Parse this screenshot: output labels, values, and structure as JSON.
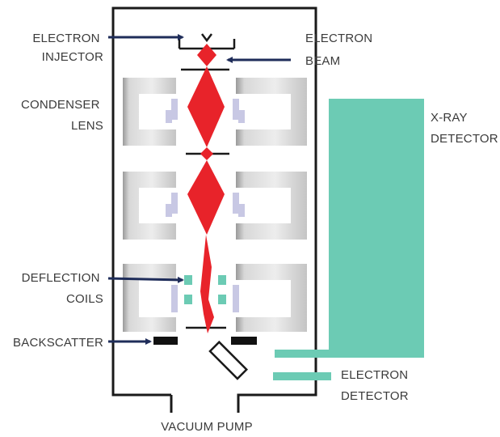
{
  "labels": {
    "electron_injector": [
      "ELECTRON",
      "INJECTOR"
    ],
    "electron_beam": [
      "ELECTRON",
      "BEAM"
    ],
    "condenser_lens": [
      "CONDENSER",
      "LENS"
    ],
    "xray_detector": [
      "X-RAY",
      "DETECTOR"
    ],
    "deflection_coils": [
      "DEFLECTION",
      "COILS"
    ],
    "backscatter": "BACKSCATTER",
    "electron_detector": [
      "ELECTRON",
      "DETECTOR"
    ],
    "vacuum_pump": "VACUUM PUMP"
  },
  "colors": {
    "chamber_outline": "#1a1a1a",
    "lens_gray": "#b0b0b0",
    "lens_lavender": "#c8c8e4",
    "beam_red": "#e8232a",
    "detector_teal": "#6ccbb4",
    "arrow_navy": "#1f2d5a",
    "text": "#3b3b3b"
  },
  "icons": {
    "callout_arrow": "arrow-right-icon",
    "sample_holder": "sample-icon"
  }
}
